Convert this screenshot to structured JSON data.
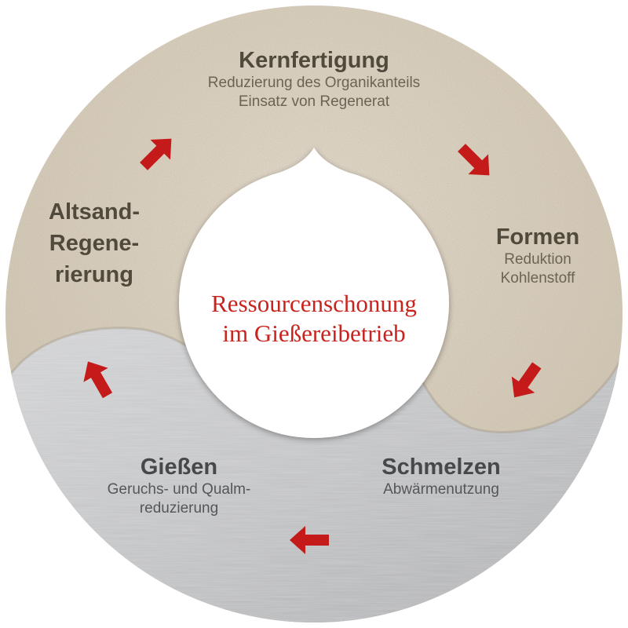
{
  "center": {
    "line1": "Ressourcenschonung",
    "line2": "im Gießereibetrieb"
  },
  "stages": {
    "kernfertigung": {
      "title": "Kernfertigung",
      "sub1": "Reduzierung des Organikanteils",
      "sub2": "Einsatz von Regenerat"
    },
    "formen": {
      "title": "Formen",
      "sub1": "Reduktion",
      "sub2": "Kohlenstoff"
    },
    "schmelzen": {
      "title": "Schmelzen",
      "sub1": "Abwärmenutzung"
    },
    "giessen": {
      "title": "Gießen",
      "sub1": "Geruchs- und Qualm-",
      "sub2": "reduzierung"
    },
    "altsand": {
      "line1": "Altsand-",
      "line2": "Regene-",
      "line3": "rierung"
    }
  },
  "colors": {
    "accent_red": "#c41a1a",
    "sand": "#ddd3c2",
    "metal": "#b9babc",
    "center_title": "#c9231d"
  },
  "icons": [
    "arrow-icon"
  ]
}
